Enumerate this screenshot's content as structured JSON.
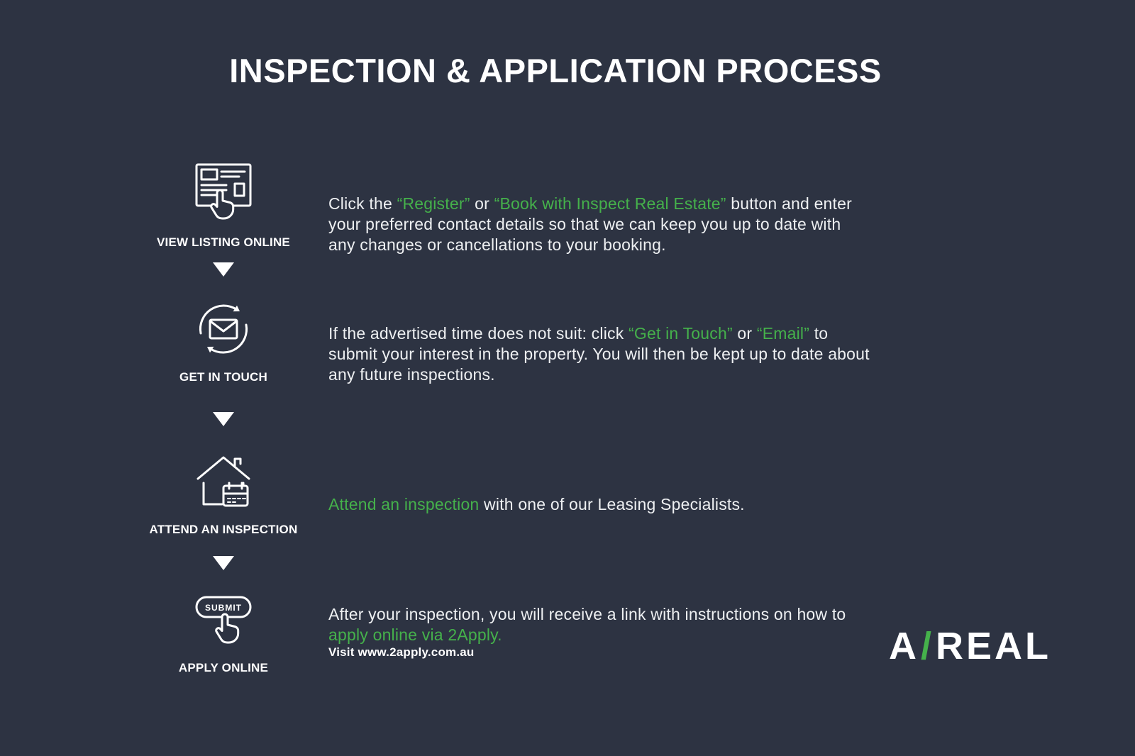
{
  "page": {
    "title": "INSPECTION & APPLICATION PROCESS"
  },
  "colors": {
    "background": "#2d3342",
    "accent_green": "#45b14b",
    "text": "#eef0f2"
  },
  "steps": [
    {
      "label": "VIEW LISTING ONLINE",
      "icon": "listing-browser-cursor-icon"
    },
    {
      "label": "GET IN TOUCH",
      "icon": "envelope-refresh-icon"
    },
    {
      "label": "ATTEND AN INSPECTION",
      "icon": "house-calendar-icon"
    },
    {
      "label": "APPLY ONLINE",
      "icon": "submit-button-cursor-icon",
      "icon_text": "SUBMIT"
    }
  ],
  "paragraphs": {
    "step1": {
      "pre": "Click the ",
      "link1": "“Register”",
      "mid": " or ",
      "link2": "“Book with Inspect Real Estate”",
      "post": " button and enter your preferred contact details so that we can keep you up to date with any changes or cancellations to your booking."
    },
    "step2": {
      "pre": "If the advertised time does not suit: click ",
      "link1": "“Get in Touch”",
      "mid": " or ",
      "link2": "“Email”",
      "post": " to submit your interest in the property. You will then be kept up to date about any future inspections."
    },
    "step3": {
      "link1": "Attend an inspection",
      "post": " with one of our Leasing Specialists."
    },
    "step4": {
      "pre": "After your inspection, you will receive a link with instructions on how to ",
      "link1": "apply online via 2Apply.",
      "note": "Visit www.2apply.com.au"
    }
  },
  "logo": {
    "part1": "A",
    "slash": "/",
    "part2": "REAL"
  }
}
